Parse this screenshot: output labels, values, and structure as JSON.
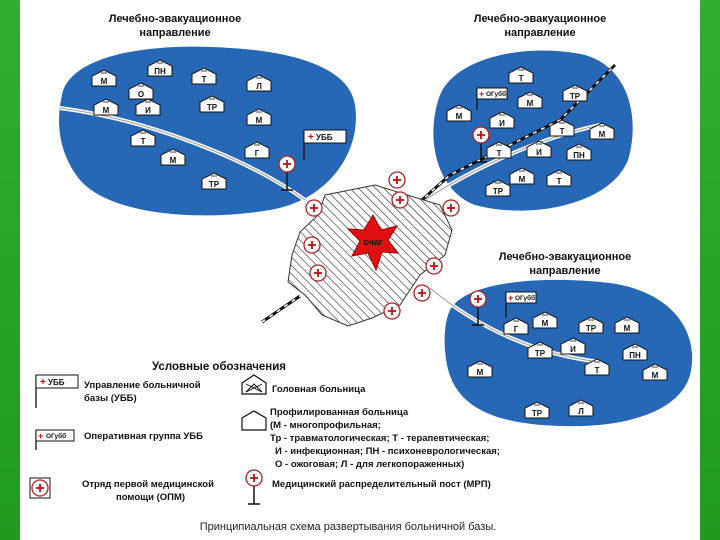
{
  "zones": {
    "top_left_title": [
      "Лечебно-эвакуационное",
      "направление"
    ],
    "top_right_title": [
      "Лечебно-эвакуационное",
      "направление"
    ],
    "bottom_right_title": [
      "Лечебно-эвакуационное",
      "направление"
    ]
  },
  "top_left_tents": [
    "ПН",
    "М",
    "Т",
    "О",
    "Л",
    "М",
    "И",
    "ТР",
    "М",
    "Т",
    "М",
    "Г",
    "ТР"
  ],
  "top_right_tents": [
    "Т",
    "ТР",
    "М",
    "М",
    "И",
    "М",
    "Т",
    "Т",
    "И",
    "ПН",
    "М",
    "Т",
    "ТР"
  ],
  "bottom_right_tents": [
    "Г",
    "М",
    "ТР",
    "М",
    "ТР",
    "И",
    "ПН",
    "М",
    "Т",
    "М",
    "ТР",
    "Л"
  ],
  "flags": {
    "ubb": "УББ",
    "ogubb": "ОГубб"
  },
  "center": {
    "label": "очаг"
  },
  "legend": {
    "title": "Условные обозначения",
    "ubb_line1": "Управление больничной",
    "ubb_line2": "базы (УББ)",
    "ogubb_label": "Оперативная группа УББ",
    "opm_line1": "Отряд первой медицинской",
    "opm_line2": "помощи (ОПМ)",
    "head_hospital": "Головная больница",
    "profile_title": "Профилированная больница",
    "profile_line1": "(М  -  многопрофильная;",
    "profile_line2": "Тр  -  травматологическая;  Т  -  терапевтическая;",
    "profile_line3": "И  -  инфекционная;  ПН  -  психоневрологическая;",
    "profile_line4": "О  -  ожоговая;  Л  -  для легкопораженных)",
    "mrp": "Медицинский распределительный пост (МРП)"
  },
  "caption": "Принципиальная схема развертывания больничной базы."
}
